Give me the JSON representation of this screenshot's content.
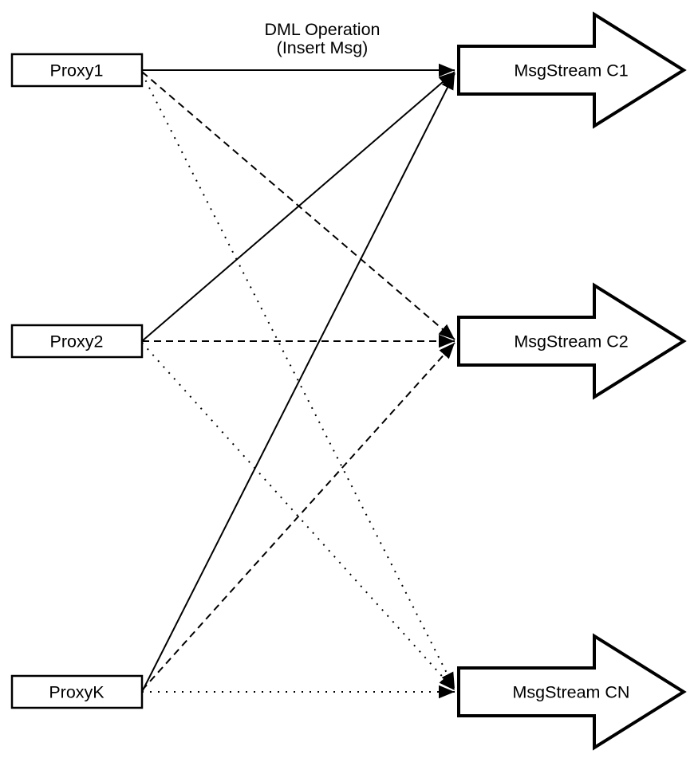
{
  "annotation": {
    "line1": "DML Operation",
    "line2": "(Insert Msg)"
  },
  "proxies": [
    {
      "label": "Proxy1"
    },
    {
      "label": "Proxy2"
    },
    {
      "label": "ProxyK"
    }
  ],
  "msgstreams": [
    {
      "label": "MsgStream C1"
    },
    {
      "label": "MsgStream C2"
    },
    {
      "label": "MsgStream CN"
    }
  ],
  "edges": [
    {
      "from": "Proxy1",
      "to": "MsgStream C1",
      "style": "solid"
    },
    {
      "from": "Proxy2",
      "to": "MsgStream C1",
      "style": "solid"
    },
    {
      "from": "ProxyK",
      "to": "MsgStream C1",
      "style": "solid"
    },
    {
      "from": "Proxy1",
      "to": "MsgStream C2",
      "style": "dashed"
    },
    {
      "from": "Proxy2",
      "to": "MsgStream C2",
      "style": "dashed"
    },
    {
      "from": "ProxyK",
      "to": "MsgStream C2",
      "style": "dashed"
    },
    {
      "from": "Proxy1",
      "to": "MsgStream CN",
      "style": "dotted"
    },
    {
      "from": "Proxy2",
      "to": "MsgStream CN",
      "style": "dotted"
    },
    {
      "from": "ProxyK",
      "to": "MsgStream CN",
      "style": "dotted"
    }
  ],
  "colors": {
    "stroke": "#000000",
    "node_fill": "#ffffff",
    "background": "#ffffff"
  }
}
